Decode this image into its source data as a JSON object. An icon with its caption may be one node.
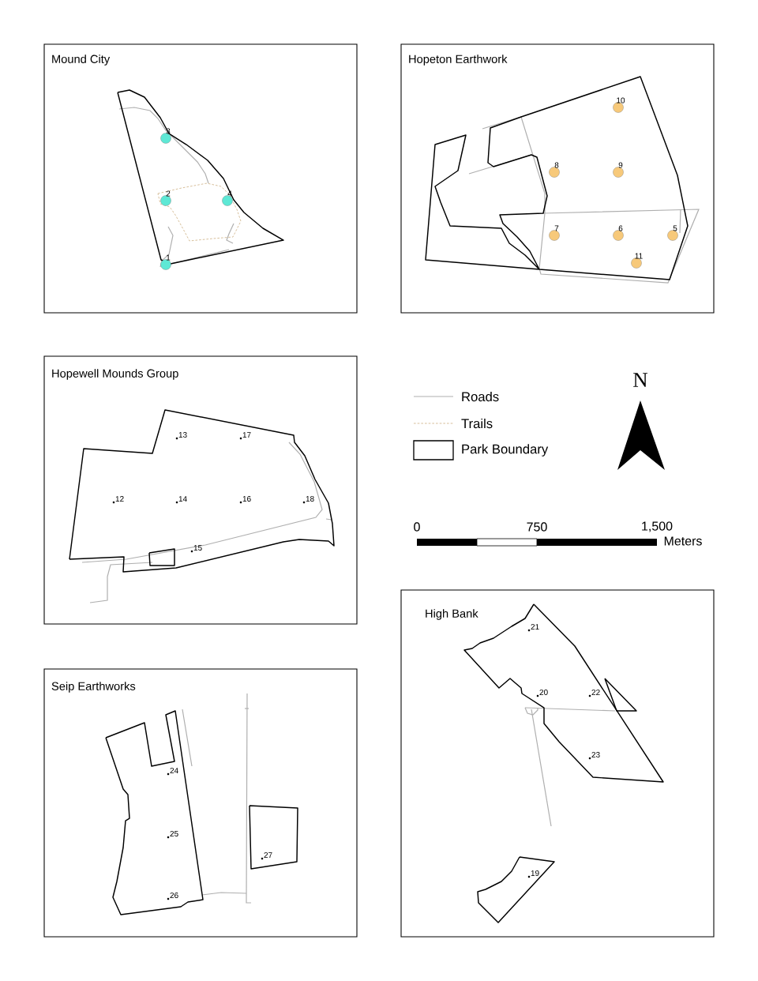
{
  "diagram": {
    "nodes": [
      {
        "text": [
          "Mound City"
        ]
      },
      {
        "text": [
          "Hopeton Earthwork"
        ]
      },
      {
        "text": [
          "Hopewell Mounds Group"
        ]
      },
      {
        "text": [
          "Seip Earthworks"
        ]
      },
      {
        "text": [
          "High Bank"
        ]
      }
    ],
    "labels": [
      "3",
      "2",
      "4",
      "1",
      "10",
      "8",
      "9",
      "7",
      "6",
      "5",
      "11",
      "13",
      "17",
      "12",
      "14",
      "16",
      "18",
      "15",
      "N",
      "0",
      "750",
      "1,500",
      "Meters",
      "21",
      "20",
      "22",
      "23",
      "19",
      "24",
      "25",
      "27",
      "26"
    ],
    "legend": [
      {
        "text": "Roads"
      },
      {
        "text": "Trails"
      },
      {
        "text": "Park Boundary"
      }
    ]
  }
}
